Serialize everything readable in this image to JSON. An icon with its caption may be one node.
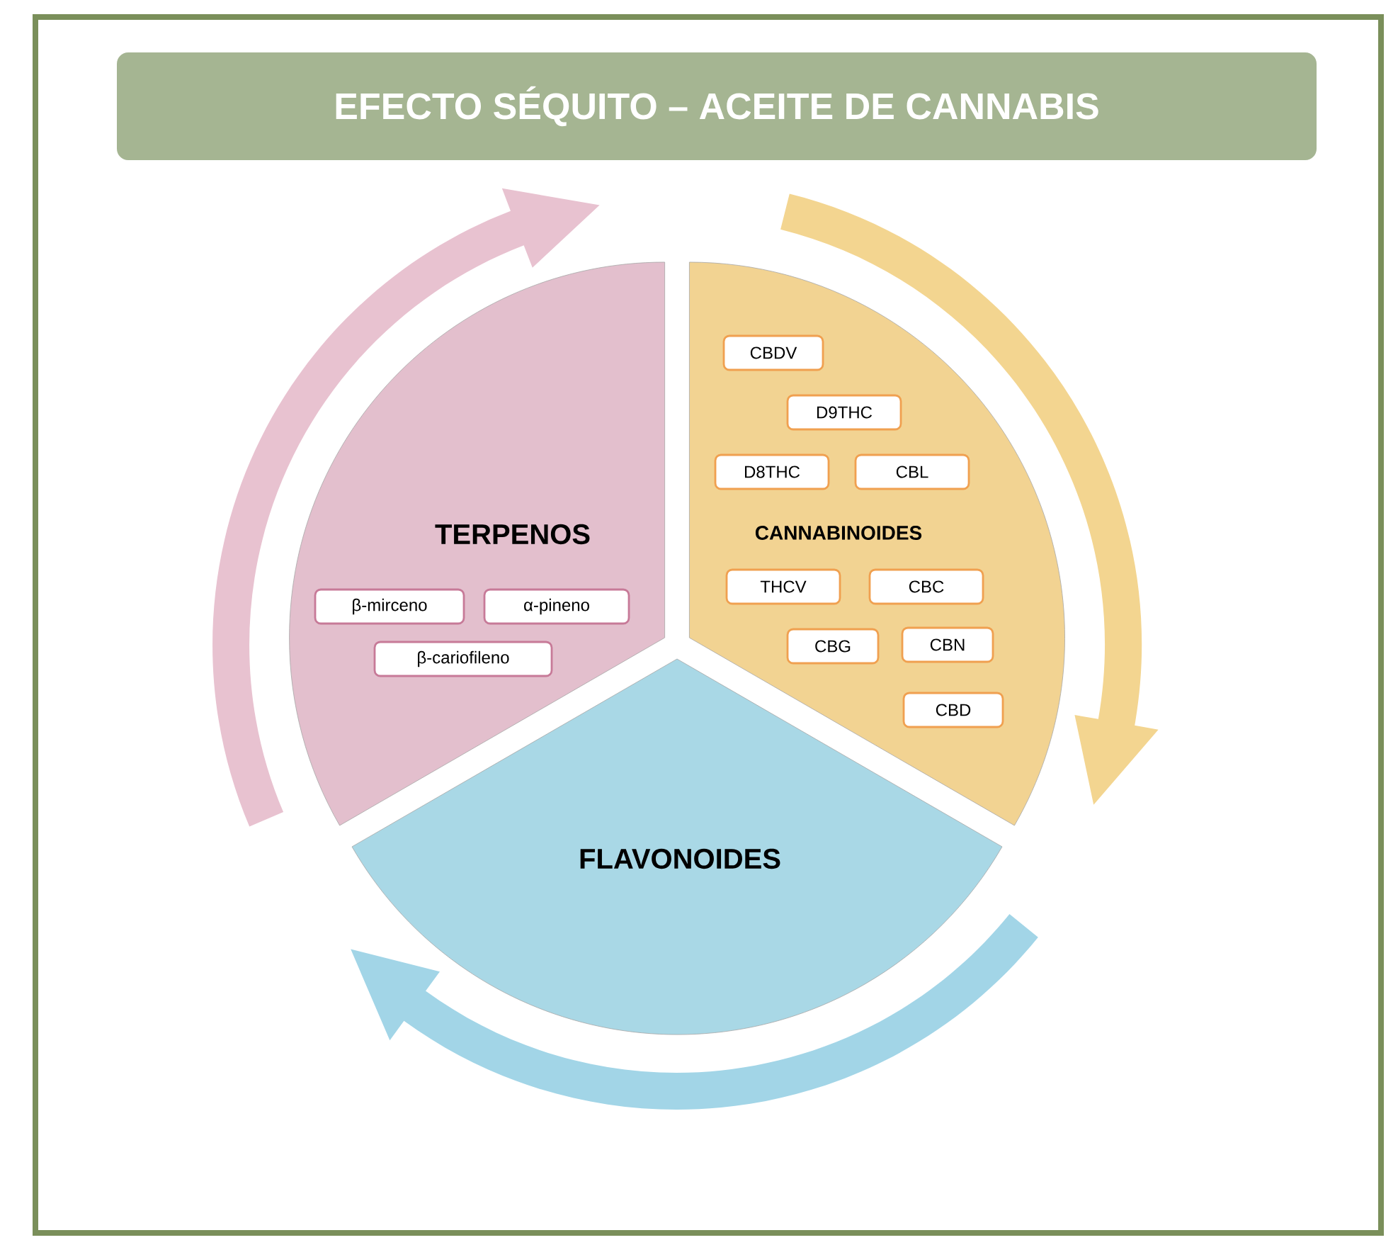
{
  "diagram": {
    "title": "EFECTO SÉQUITO – ACEITE DE CANNABIS",
    "nodes": [
      {
        "text": [
          "TERPENOS"
        ]
      },
      {
        "text": [
          "β-mirceno"
        ],
        "in": 0
      },
      {
        "text": [
          "α-pineno"
        ],
        "in": 0
      },
      {
        "text": [
          "β-cariofileno"
        ],
        "in": 0
      },
      {
        "text": [
          "CANNABINOIDES"
        ]
      },
      {
        "text": [
          "CBDV"
        ],
        "in": 4
      },
      {
        "text": [
          "D9THC"
        ],
        "in": 4
      },
      {
        "text": [
          "D8THC"
        ],
        "in": 4
      },
      {
        "text": [
          "CBL"
        ],
        "in": 4
      },
      {
        "text": [
          "THCV"
        ],
        "in": 4
      },
      {
        "text": [
          "CBC"
        ],
        "in": 4
      },
      {
        "text": [
          "CBG"
        ],
        "in": 4
      },
      {
        "text": [
          "CBN"
        ],
        "in": 4
      },
      {
        "text": [
          "CBD"
        ],
        "in": 4
      },
      {
        "text": [
          "FLAVONOIDES"
        ]
      }
    ]
  }
}
